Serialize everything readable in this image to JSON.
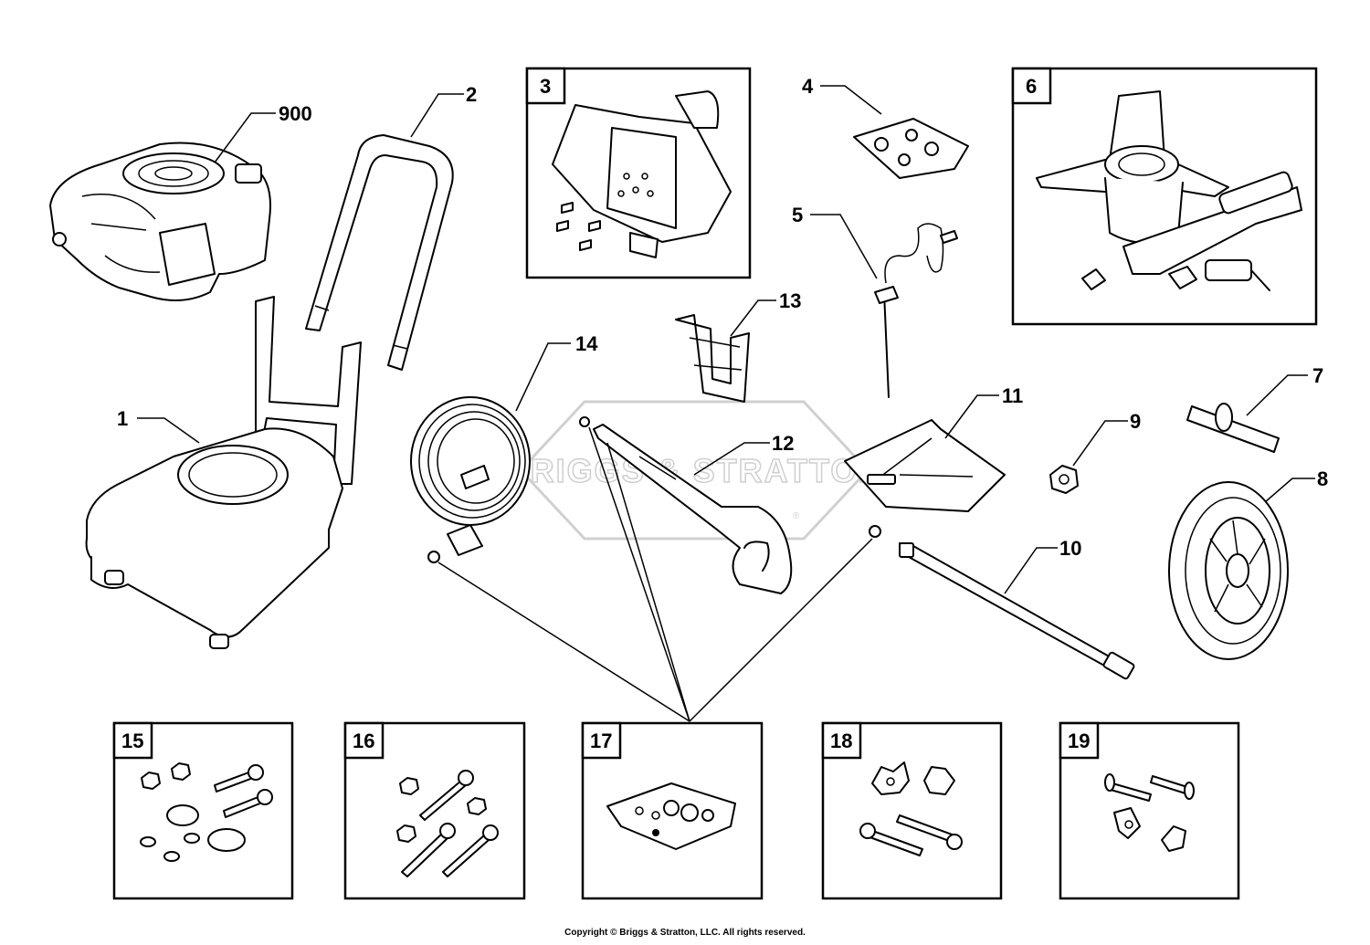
{
  "watermark": {
    "text": "BRIGGS & STRATTON",
    "mark": "®"
  },
  "copyright": "Copyright © Briggs & Stratton, LLC. All rights reserved.",
  "callouts": {
    "p900": "900",
    "p1": "1",
    "p2": "2",
    "p4": "4",
    "p5": "5",
    "p7": "7",
    "p8": "8",
    "p9": "9",
    "p10": "10",
    "p11": "11",
    "p12": "12",
    "p13": "13",
    "p14": "14"
  },
  "boxes": {
    "b3": "3",
    "b6": "6",
    "b15": "15",
    "b16": "16",
    "b17": "17",
    "b18": "18",
    "b19": "19"
  }
}
